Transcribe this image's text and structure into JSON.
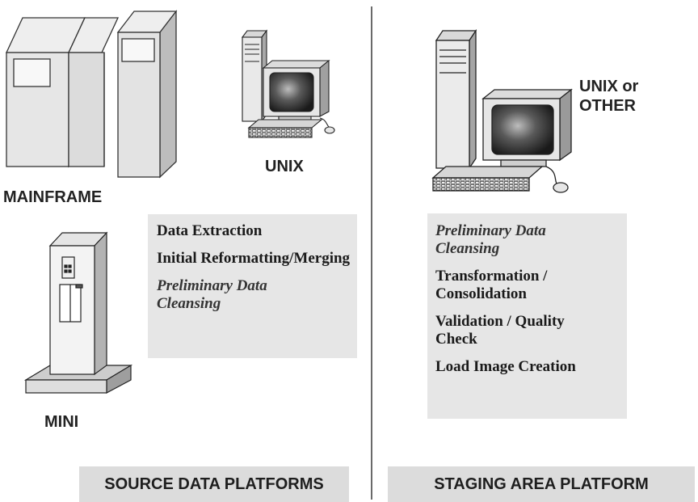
{
  "left": {
    "labels": {
      "mainframe": "MAINFRAME",
      "unix": "UNIX",
      "mini": "MINI"
    },
    "tasks": [
      {
        "text": "Data Extraction",
        "italic": false
      },
      {
        "text": "Initial Reformatting/Merging",
        "italic": false
      },
      {
        "text": "Preliminary Data Cleansing",
        "italic": true
      }
    ],
    "banner": "SOURCE DATA PLATFORMS"
  },
  "right": {
    "labels": {
      "unix_other_line1": "UNIX or",
      "unix_other_line2": "OTHER"
    },
    "tasks": [
      {
        "text": "Preliminary Data Cleansing",
        "italic": true
      },
      {
        "text": "Transformation / Consolidation",
        "italic": false
      },
      {
        "text": "Validation / Quality Check",
        "italic": false
      },
      {
        "text": "Load Image Creation",
        "italic": false
      }
    ],
    "banner": "STAGING AREA PLATFORM"
  }
}
